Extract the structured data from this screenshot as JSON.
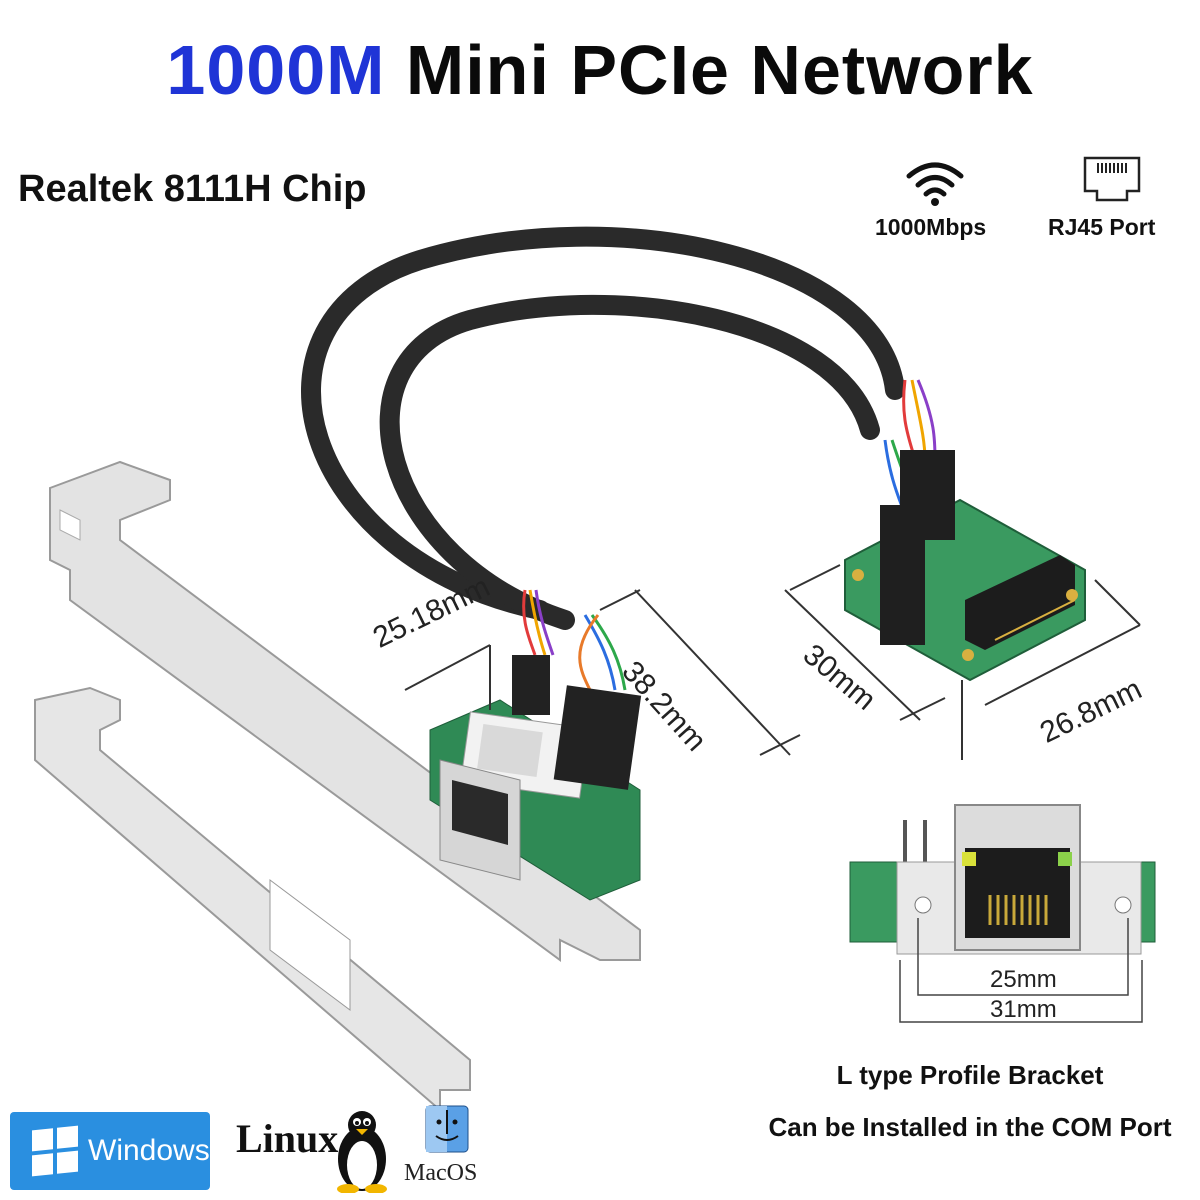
{
  "title": {
    "accent": "1000M",
    "rest": "Mini PCIe Network"
  },
  "chip_label": "Realtek 8111H Chip",
  "features": [
    {
      "icon": "wifi-icon",
      "label": "1000Mbps"
    },
    {
      "icon": "rj45-port-icon",
      "label": "RJ45 Port"
    }
  ],
  "dimensions": {
    "cable_connector_width": "25.18mm",
    "cable_length": "38.2mm",
    "card_height": "30mm",
    "card_width": "26.8mm",
    "port_hole_spacing": "25mm",
    "port_bracket_width": "31mm"
  },
  "captions": {
    "bracket": "L type Profile Bracket",
    "install": "Can be Installed in the COM Port"
  },
  "os": {
    "windows": "Windows",
    "linux": "Linux",
    "macos": "MacOS"
  },
  "colors": {
    "accent": "#1f34d6",
    "pcb": "#2f8a55",
    "windows": "#2a8fe0"
  }
}
